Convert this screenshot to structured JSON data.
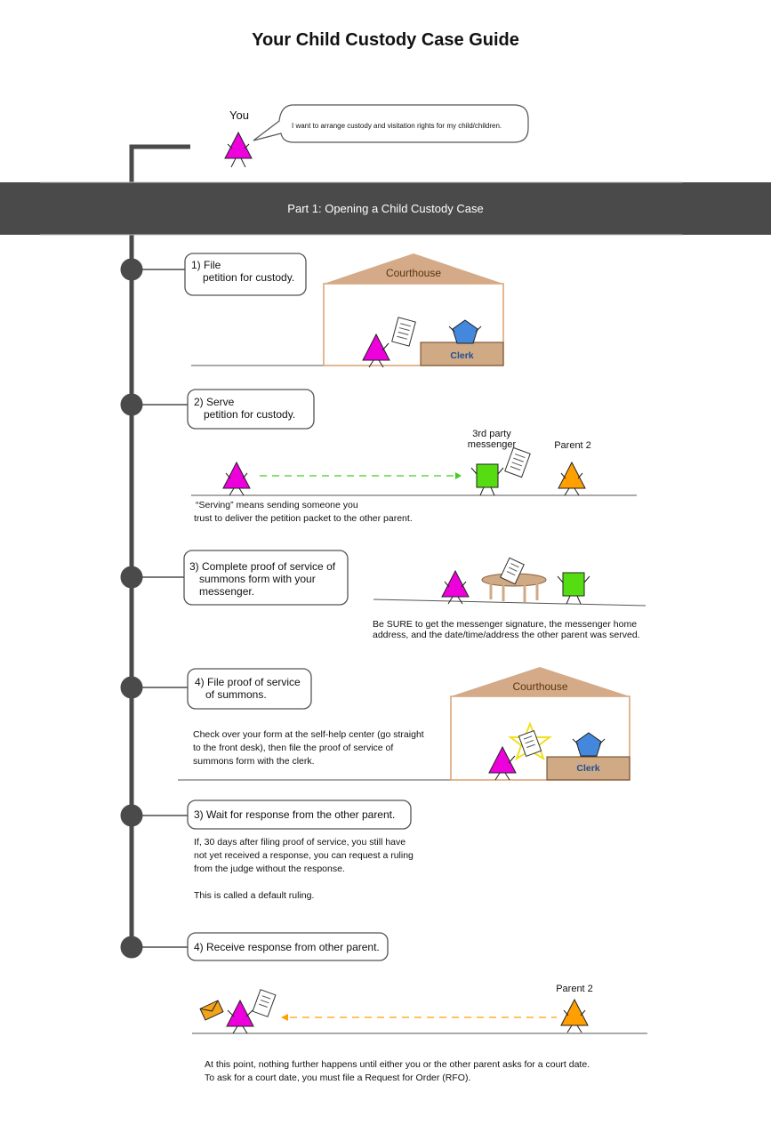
{
  "title": "Your Child Custody Case Guide",
  "you_label": "You",
  "speech_bubble": "I want to arrange custody and visitation rights for my child/children.",
  "banner": "Part 1: Opening a Child Custody Case",
  "steps": [
    {
      "line1": "1) File",
      "line2": "petition for custody."
    },
    {
      "line1": "2) Serve",
      "line2": "petition for custody."
    },
    {
      "line1": "3) Complete proof of service of",
      "line2": "summons form with your",
      "line3": "messenger."
    },
    {
      "line1": "4) File proof of service",
      "line2": "of summons."
    },
    {
      "line1": "3) Wait for response from the other parent."
    },
    {
      "line1": "4) Receive response from other parent."
    }
  ],
  "building": {
    "label": "Courthouse",
    "desk_label": "Clerk"
  },
  "messenger_label": {
    "line1": "3rd party",
    "line2": "messenger"
  },
  "parent2_label": "Parent 2",
  "notes": {
    "serving": [
      "“Serving” means sending someone you",
      "trust to deliver the petition packet to the other parent."
    ],
    "signature": [
      "Be SURE to get the messenger signature, the messenger home",
      "address, and the date/time/address the other parent was served."
    ],
    "check": [
      "Check over your form at the self-help center (go straight",
      "to the front desk), then file the proof of service of",
      "summons form with the clerk."
    ],
    "default": [
      "If, 30 days after filing proof of service, you still have",
      "not yet received a response, you can request a ruling",
      "from the judge without the response.",
      "",
      "This is called a default ruling."
    ],
    "footer": [
      "At this point, nothing further happens until either you or the other parent asks for a court date.",
      "To ask for a court date, you must file a Request for Order (RFO)."
    ]
  },
  "colors": {
    "you": "#ee00dd",
    "parent2": "#ff9f00",
    "messenger": "#55dd11",
    "clerk": "#4488dd",
    "building_roof": "#d4aa88",
    "desk": "#d0a985",
    "banner": "#4a4a4a",
    "timeline": "#4a4a4a",
    "arrow_green": "#44cc22",
    "arrow_orange": "#ff9f00",
    "envelope": "#f2a31a"
  }
}
